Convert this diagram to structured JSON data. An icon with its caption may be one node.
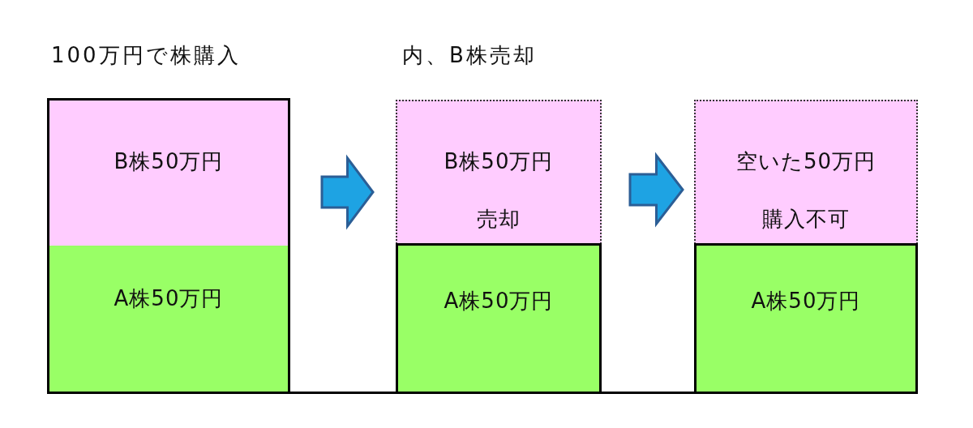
{
  "diagram": {
    "nodes": [
      {
        "text": [
          "B株50万円"
        ]
      },
      {
        "text": [
          "A株50万円"
        ]
      },
      {
        "text": [
          "B株50万円",
          "売却"
        ]
      },
      {
        "text": [
          "A株50万円"
        ]
      },
      {
        "text": [
          "空いた50万円",
          "購入不可"
        ]
      },
      {
        "text": [
          "A株50万円"
        ]
      }
    ],
    "edges": [
      {
        "from": 0,
        "to": 2,
        "arrow": "to"
      },
      {
        "from": 2,
        "to": 4,
        "arrow": "to"
      }
    ],
    "labels": [
      "100万円で株購入",
      "内、B株売却"
    ]
  }
}
